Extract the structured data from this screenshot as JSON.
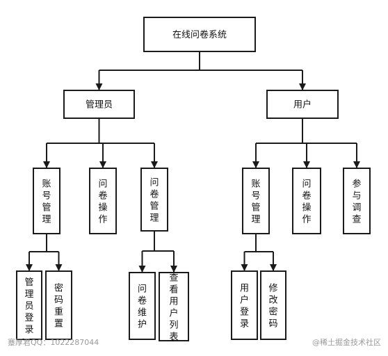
{
  "diagram": {
    "nodes": {
      "root": "在线问卷系统",
      "admin": "管理员",
      "user": "用户",
      "admin_account": "账号管理",
      "admin_survey_ops": "问卷操作",
      "admin_survey_mgmt": "问卷管理",
      "admin_login": "管理员登录",
      "admin_pwd_reset": "密码重置",
      "survey_maint": "问卷维护",
      "view_user_list": "查看用户列表",
      "user_account": "账号管理",
      "user_survey_ops": "问卷操作",
      "user_participate": "参与调查",
      "user_login": "用户登录",
      "user_change_pwd": "修改密码"
    },
    "edges": [
      [
        "root",
        "admin"
      ],
      [
        "root",
        "user"
      ],
      [
        "admin",
        "admin_account"
      ],
      [
        "admin",
        "admin_survey_ops"
      ],
      [
        "admin",
        "admin_survey_mgmt"
      ],
      [
        "admin_account",
        "admin_login"
      ],
      [
        "admin_account",
        "admin_pwd_reset"
      ],
      [
        "admin_survey_mgmt",
        "survey_maint"
      ],
      [
        "admin_survey_mgmt",
        "view_user_list"
      ],
      [
        "user",
        "user_account"
      ],
      [
        "user",
        "user_survey_ops"
      ],
      [
        "user",
        "user_participate"
      ],
      [
        "user_account",
        "user_login"
      ],
      [
        "user_account",
        "user_change_pwd"
      ]
    ]
  },
  "footer": {
    "left": "蹇厚君QQ：1022287044",
    "right": "@稀土掘金技术社区"
  }
}
